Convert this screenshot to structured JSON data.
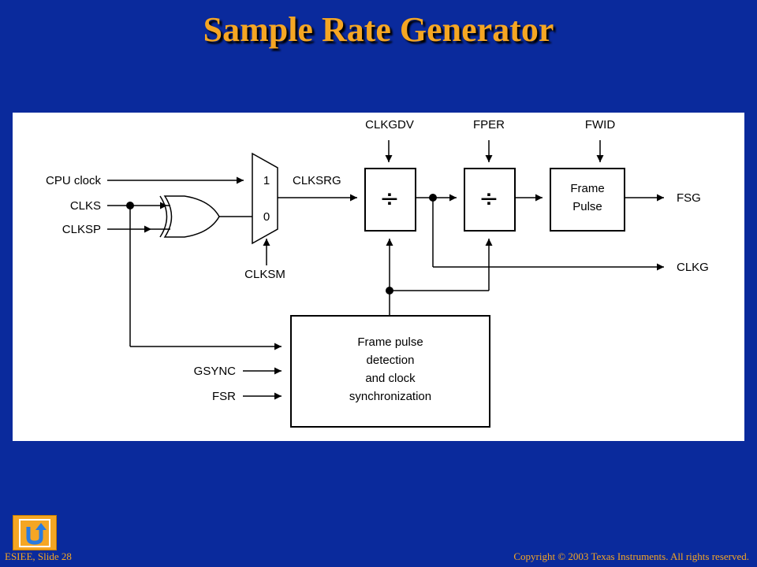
{
  "slide": {
    "title": "Sample Rate Generator",
    "footer_left": "ESIEE, Slide 28",
    "footer_right": "Copyright © 2003 Texas Instruments. All rights reserved."
  },
  "diagram": {
    "inputs": {
      "cpu_clock": "CPU clock",
      "clks": "CLKS",
      "clksp": "CLKSP",
      "clksm": "CLKSM",
      "gsync": "GSYNC",
      "fsr": "FSR"
    },
    "controls": {
      "clkgdv": "CLKGDV",
      "fper": "FPER",
      "fwid": "FWID"
    },
    "mux": {
      "input1": "1",
      "input0": "0"
    },
    "signals": {
      "clksrg": "CLKSRG"
    },
    "outputs": {
      "fsg": "FSG",
      "clkg": "CLKG"
    },
    "blocks": {
      "divider_symbol": "÷",
      "frame_pulse_line1": "Frame",
      "frame_pulse_line2": "Pulse",
      "sync_line1": "Frame pulse",
      "sync_line2": "detection",
      "sync_line3": "and clock",
      "sync_line4": "synchronization"
    }
  },
  "nav": {
    "home_icon": "u-turn-icon"
  },
  "colors": {
    "background": "#0a2a9c",
    "title": "#f5a623",
    "footer": "#f5a623",
    "panel": "#ffffff"
  }
}
